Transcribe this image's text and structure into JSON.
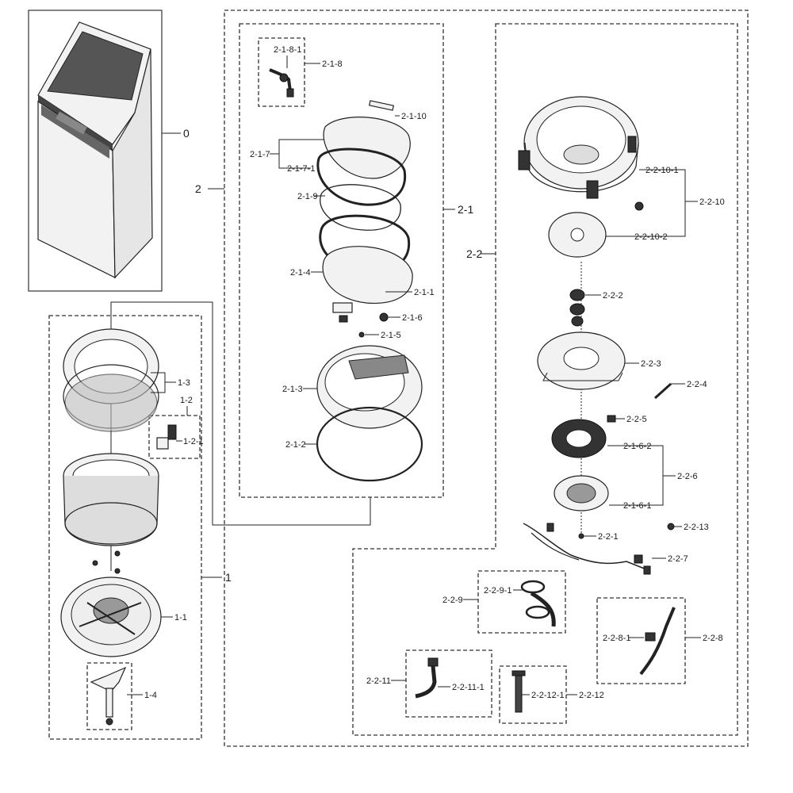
{
  "labels": {
    "l0": "0",
    "l1": "1",
    "l1_1": "1-1",
    "l1_2": "1-2",
    "l1_2_1": "1-2-1",
    "l1_3": "1-3",
    "l1_4": "1-4",
    "l2": "2",
    "l2_1": "2-1",
    "l2_1_1": "2-1-1",
    "l2_1_2": "2-1-2",
    "l2_1_3": "2-1-3",
    "l2_1_4": "2-1-4",
    "l2_1_5": "2-1-5",
    "l2_1_6": "2-1-6",
    "l2_1_7": "2-1-7",
    "l2_1_7_1": "2-1-7-1",
    "l2_1_8": "2-1-8",
    "l2_1_8_1": "2-1-8-1",
    "l2_1_9": "2-1-9",
    "l2_1_10": "2-1-10",
    "l2_2": "2-2",
    "l2_2_1": "2-2-1",
    "l2_2_2": "2-2-2",
    "l2_2_3": "2-2-3",
    "l2_2_4": "2-2-4",
    "l2_2_5": "2-2-5",
    "l2_2_6": "2-2-6",
    "l2_1_6_1": "2-1-6-1",
    "l2_1_6_2": "2-1-6-2",
    "l2_2_7": "2-2-7",
    "l2_2_8": "2-2-8",
    "l2_2_8_1": "2-2-8-1",
    "l2_2_9": "2-2-9",
    "l2_2_9_1": "2-2-9-1",
    "l2_2_10": "2-2-10",
    "l2_2_10_1": "2-2-10-1",
    "l2_2_10_2": "2-2-10-2",
    "l2_2_11": "2-2-11",
    "l2_2_11_1": "2-2-11-1",
    "l2_2_12": "2-2-12",
    "l2_2_12_1": "2-2-12-1",
    "l2_2_13": "2-2-13"
  }
}
